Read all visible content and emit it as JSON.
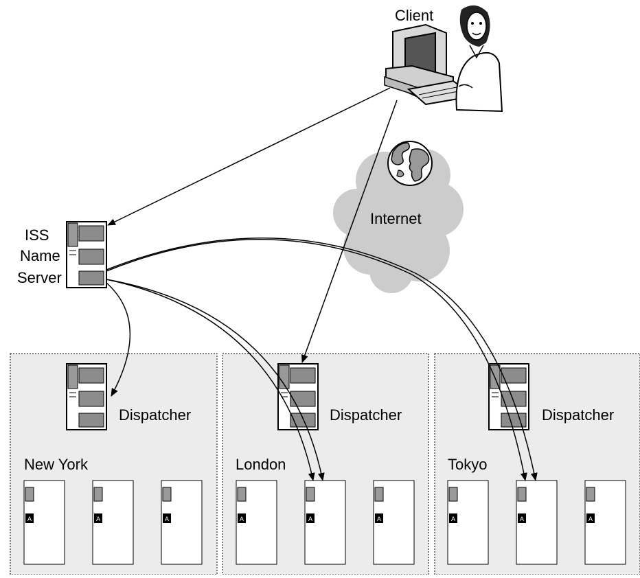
{
  "client": {
    "label": "Client"
  },
  "internet": {
    "label": "Internet"
  },
  "name_server": {
    "label_lines": [
      "ISS",
      "Name",
      "Server"
    ]
  },
  "sites": [
    {
      "name": "New York",
      "dispatcher_label": "Dispatcher",
      "server_badge": [
        "A",
        "A",
        "A"
      ]
    },
    {
      "name": "London",
      "dispatcher_label": "Dispatcher",
      "server_badge": [
        "A",
        "A",
        "A"
      ]
    },
    {
      "name": "Tokyo",
      "dispatcher_label": "Dispatcher",
      "server_badge": [
        "A",
        "A",
        "A"
      ]
    }
  ],
  "colors": {
    "site_fill": "#ececec",
    "cloud_fill": "#cccccc",
    "panel_fill": "#8c8c8c"
  }
}
